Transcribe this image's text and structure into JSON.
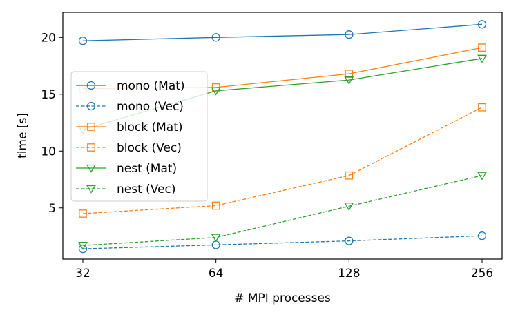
{
  "chart_data": {
    "type": "line",
    "x_scale": "log2",
    "categories": [
      "32",
      "64",
      "128",
      "256"
    ],
    "x": [
      32,
      64,
      128,
      256
    ],
    "xlabel": "# MPI processes",
    "ylabel": "time [s]",
    "ylim": [
      0.5,
      22.2
    ],
    "yticks": [
      5,
      10,
      15,
      20
    ],
    "grid": false,
    "legend_position": "center-left",
    "series": [
      {
        "name": "mono (Mat)",
        "values": [
          19.7,
          20.0,
          20.25,
          21.15
        ],
        "color": "#1f77b4",
        "linestyle": "solid",
        "marker": "circle"
      },
      {
        "name": "mono (Vec)",
        "values": [
          1.4,
          1.75,
          2.1,
          2.55
        ],
        "color": "#1f77b4",
        "linestyle": "dashed",
        "marker": "circle"
      },
      {
        "name": "block (Mat)",
        "values": [
          15.5,
          15.6,
          16.8,
          19.1
        ],
        "color": "#ff7f0e",
        "linestyle": "solid",
        "marker": "square"
      },
      {
        "name": "block (Vec)",
        "values": [
          4.5,
          5.2,
          7.85,
          13.85
        ],
        "color": "#ff7f0e",
        "linestyle": "dashed",
        "marker": "square"
      },
      {
        "name": "nest (Mat)",
        "values": [
          11.9,
          15.3,
          16.25,
          18.15
        ],
        "color": "#2ca02c",
        "linestyle": "solid",
        "marker": "triangle-down"
      },
      {
        "name": "nest (Vec)",
        "values": [
          1.7,
          2.4,
          5.15,
          7.85
        ],
        "color": "#2ca02c",
        "linestyle": "dashed",
        "marker": "triangle-down"
      }
    ]
  }
}
